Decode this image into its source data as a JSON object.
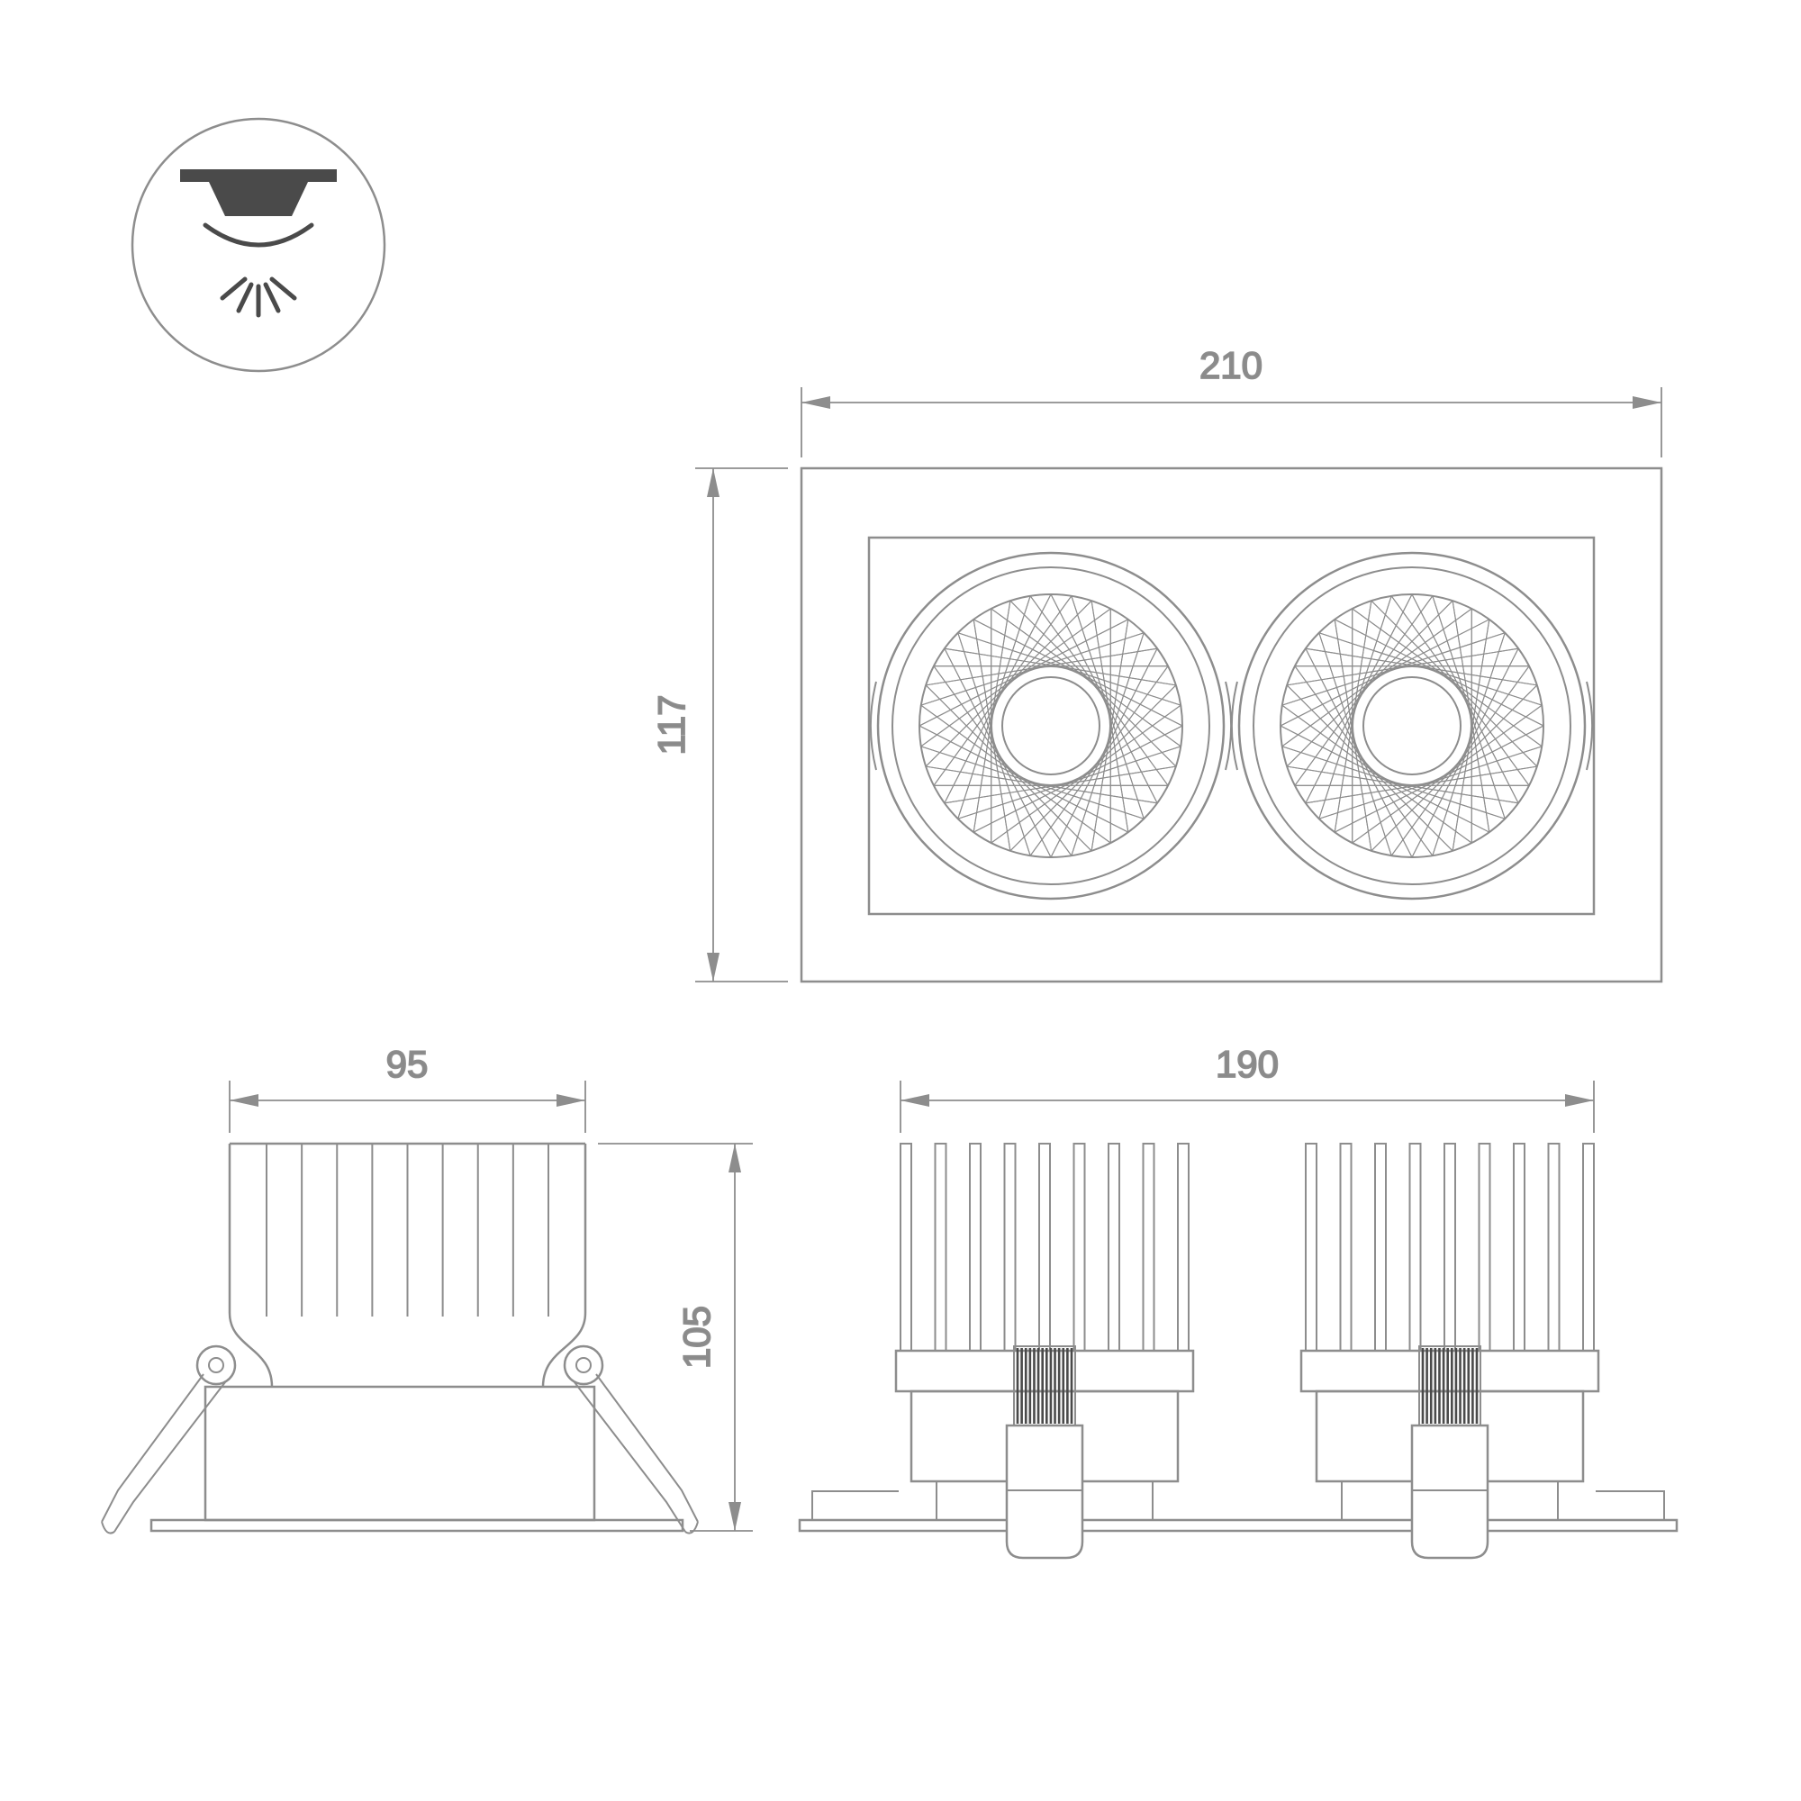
{
  "icon": {
    "name": "recessed-downlight-icon"
  },
  "colors": {
    "line": "#8d8d8d",
    "text": "#8a8a8a",
    "dark": "#4a4a4a",
    "background": "#ffffff"
  },
  "dimensions": {
    "front_width": "210",
    "front_height": "117",
    "side_width": "95",
    "side_height": "105",
    "elevation_width": "190"
  }
}
